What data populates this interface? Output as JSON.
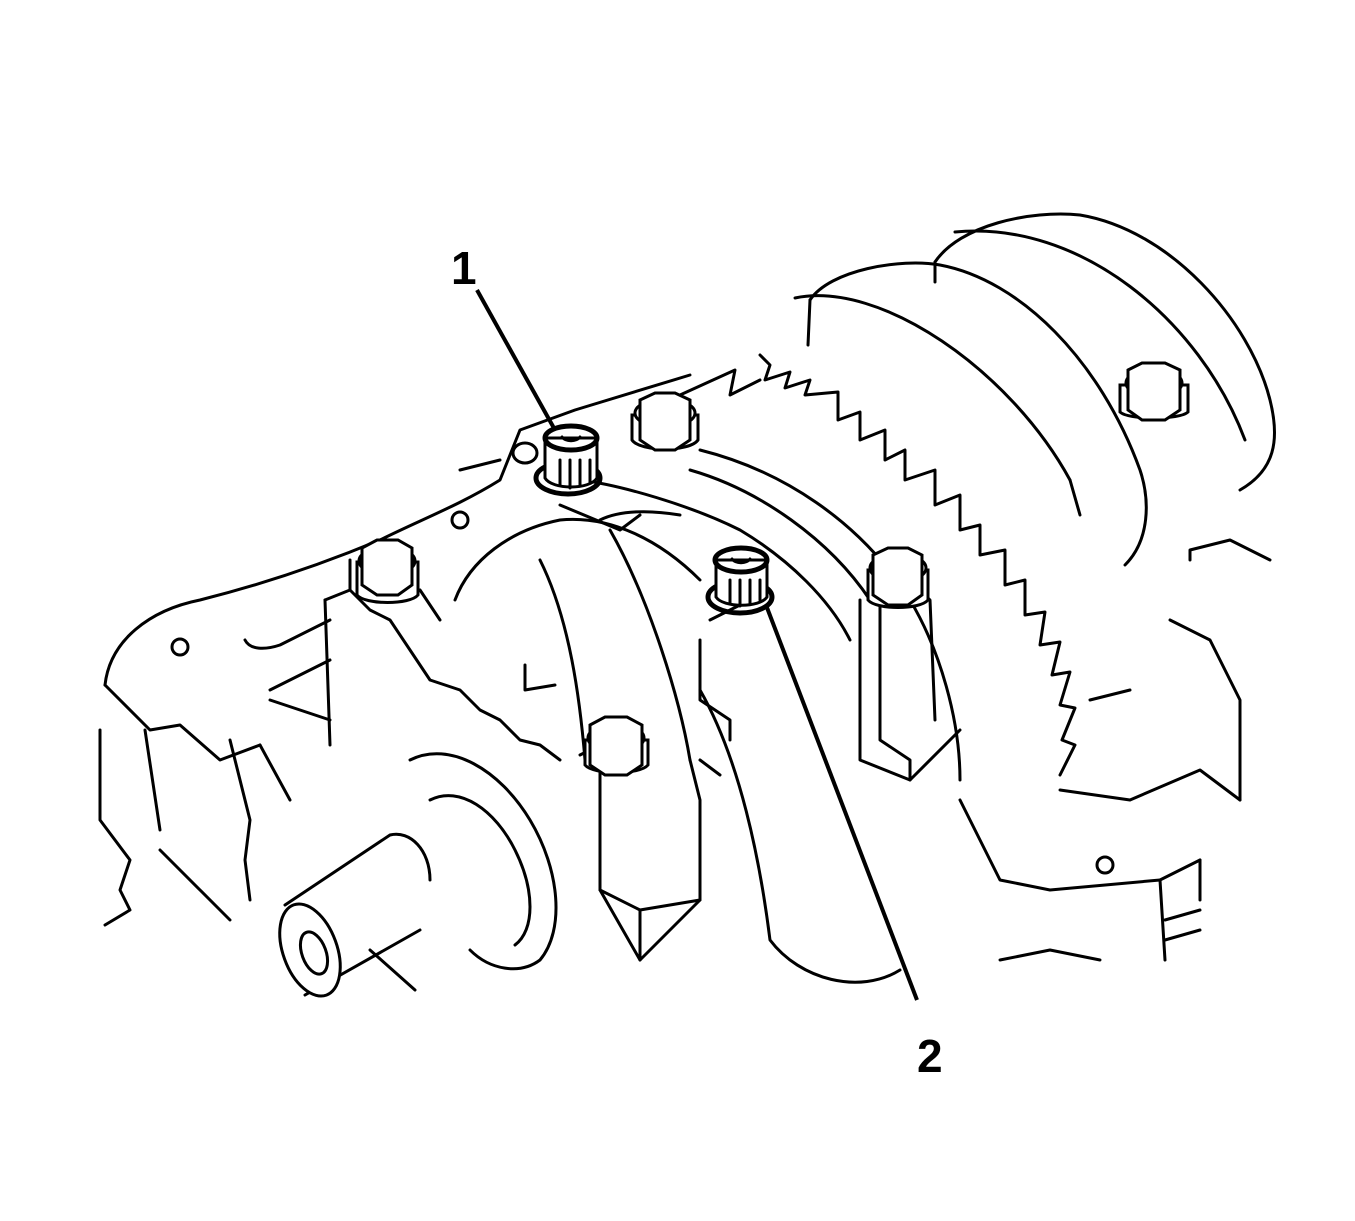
{
  "diagram": {
    "description": "Engine balance shaft / crankshaft assembly line drawing with bearing cap bolts",
    "background_color": "#ffffff",
    "line_color": "#000000",
    "callouts": [
      {
        "id": "1",
        "label": "1",
        "target": "bolt-1 (splined bolt, upper left)"
      },
      {
        "id": "2",
        "label": "2",
        "target": "bolt-2 (splined bolt, center)"
      }
    ]
  }
}
